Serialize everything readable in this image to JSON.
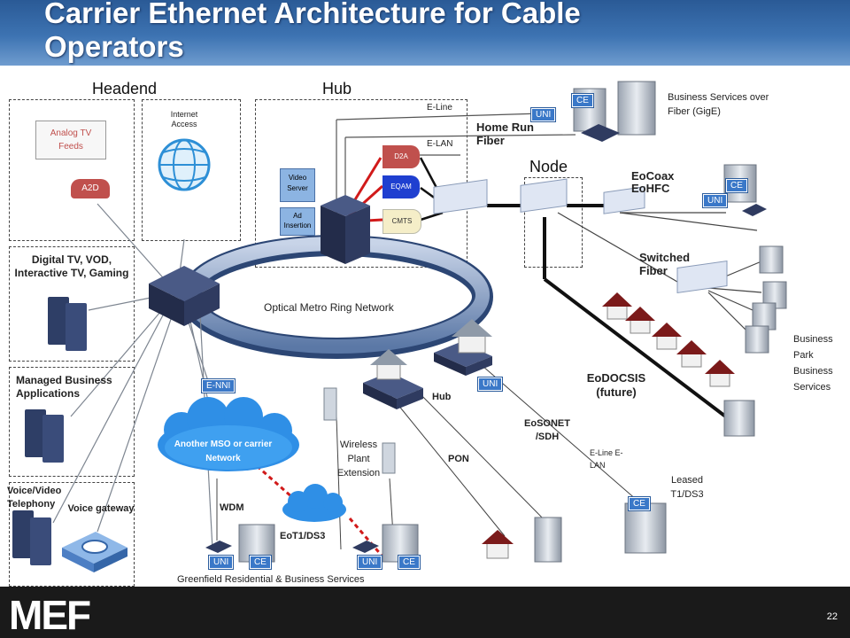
{
  "slide": {
    "title": "Carrier Ethernet Architecture for Cable Operators",
    "page_number": "22",
    "logo_text": "MEF"
  },
  "sections": {
    "headend": "Headend",
    "hub": "Hub",
    "node": "Node"
  },
  "headend": {
    "analog_tv_feeds": "Analog TV Feeds",
    "a2d": "A2D",
    "internet_access": "Internet Access",
    "digital_tv": "Digital TV, VOD, Interactive TV, Gaming",
    "managed_business": "Managed Business Applications",
    "voice_video": "Voice/Video Telephony",
    "voice_gateway": "Voice gateway"
  },
  "hub": {
    "video_server": "Video Server",
    "ad_insertion": "Ad Insertion",
    "d2a": "D2A",
    "eqam": "EQAM",
    "cmts": "CMTS",
    "e_line": "E-Line",
    "e_lan": "E-LAN",
    "home_run_fiber": "Home Run Fiber"
  },
  "network": {
    "optical_ring": "Optical Metro Ring Network",
    "e_nni": "E-NNI",
    "other_mso": "Another MSO or carrier Network",
    "hub_label": "Hub",
    "wireless": "Wireless Plant Extension",
    "pon": "PON",
    "wdm": "WDM",
    "eot1": "EoT1/DS3",
    "eosonet": "EoSONET /SDH",
    "eline_elan": "E-Line E-LAN",
    "leased": "Leased T1/DS3",
    "greenfield": "Greenfield Residential & Business Services"
  },
  "right": {
    "business_fiber": "Business Services over Fiber (GigE)",
    "eocoax": "EoCoax EoHFC",
    "switched_fiber": "Switched Fiber",
    "eodocsis": "EoDOCSIS (future)",
    "business_park": "Business Park Business Services"
  },
  "tags": {
    "uni": "UNI",
    "ce": "CE"
  },
  "colors": {
    "header_blue": "#2a5a96",
    "tag_blue": "#3a78c8",
    "red_link": "#d11a1a",
    "cloud_blue": "#2f8fe6"
  }
}
